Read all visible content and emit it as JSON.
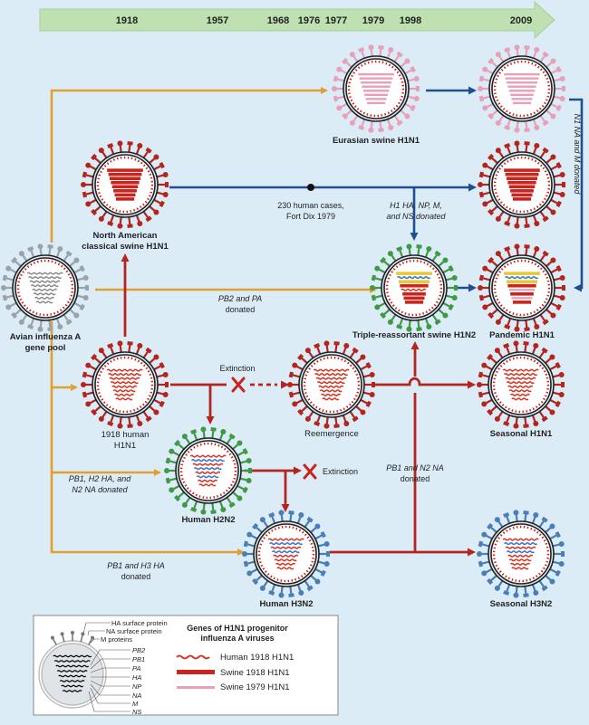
{
  "timeline": {
    "years": [
      "1918",
      "1957",
      "1968",
      "1976",
      "1977",
      "1979",
      "1998",
      "2009"
    ],
    "color": "#bfe0b0"
  },
  "viruses": {
    "avian": {
      "label_line1": "Avian influenza A",
      "label_line2": "gene pool"
    },
    "eurasian": {
      "label": "Eurasian swine H1N1"
    },
    "na_classical": {
      "label_line1": "North American",
      "label_line2": "classical swine H1N1"
    },
    "triple": {
      "label": "Triple-reassortant swine H1N2"
    },
    "pandemic": {
      "label": "Pandemic H1N1"
    },
    "h1n1_1918": {
      "label_line1": "1918 human",
      "label_line2": "H1N1"
    },
    "reemergence": {
      "label": "Reemergence"
    },
    "seasonal_h1n1": {
      "label": "Seasonal H1N1"
    },
    "human_h2n2": {
      "label": "Human H2N2"
    },
    "human_h3n2": {
      "label": "Human H3N2"
    },
    "seasonal_h3n2": {
      "label": "Seasonal H3N2"
    }
  },
  "annotations": {
    "fortdix_line1": "230 human cases,",
    "fortdix_line2": "Fort Dix 1979",
    "h1_line1": "H1 HA, NP, M,",
    "h1_line2": "and NS donated",
    "n1_vertical": "N1 NA and M donated",
    "pb2_line1": "PB2 and PA",
    "pb2_line2": "donated",
    "extinction1": "Extinction",
    "extinction2": "Extinction",
    "pb1h2_line1": "PB1, H2 HA, and",
    "pb1h2_line2": "N2 NA donated",
    "pb1n2_line1": "PB1 and N2 NA",
    "pb1n2_line2": "donated",
    "pb1h3_line1": "PB1 and H3 HA",
    "pb1h3_line2": "donated"
  },
  "legend": {
    "proteins": [
      "HA surface protein",
      "NA surface protein",
      "M proteins"
    ],
    "genes": [
      "PB2",
      "PB1",
      "PA",
      "HA",
      "NP",
      "NA",
      "M",
      "NS"
    ],
    "title_line1": "Genes of H1N1 progenitor",
    "title_line2": "influenza A viruses",
    "items": [
      {
        "label": "Human 1918 H1N1",
        "color": "#d23a2a"
      },
      {
        "label": "Swine 1918 H1N1",
        "color": "#c9251f"
      },
      {
        "label": "Swine 1979 H1N1",
        "color": "#e8a0b8"
      }
    ]
  },
  "colors": {
    "red": "#b3251d",
    "orange": "#e0a030",
    "blue": "#1f4f8c",
    "pink": "#e8a0b8",
    "green": "#3f9a45",
    "steelblue": "#4a7fb5",
    "grey": "#9aa3aa"
  }
}
